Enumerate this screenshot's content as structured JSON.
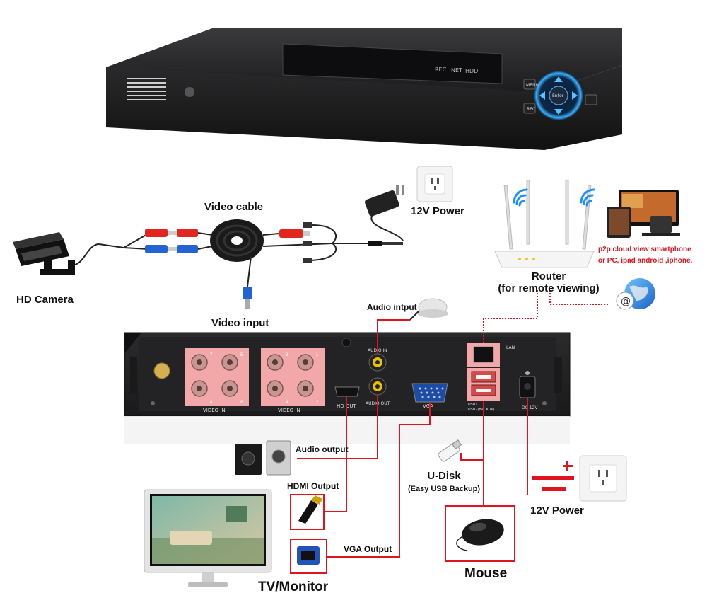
{
  "nvr_front": {
    "indicators": [
      "REC",
      "NET",
      "HDD"
    ],
    "buttons": [
      "MENU",
      "REC",
      "Enter"
    ]
  },
  "labels": {
    "video_cable": "Video cable",
    "power_top": "12V Power",
    "hd_camera": "HD Camera",
    "video_input": "Video input",
    "audio_input": "Audio intput",
    "router": "Router",
    "router_sub": "(for remote viewing)",
    "p2p_line1": "p2p cloud  view smartphone",
    "p2p_line2": "or PC, ipad android ,iphone.",
    "audio_output": "Audio output",
    "hdmi_output": "HDMI Output",
    "vga_output": "VGA Output",
    "udisk": "U-Disk",
    "udisk_sub": "(Easy USB Backup)",
    "power_bottom": "12V Power",
    "mouse": "Mouse",
    "tv_monitor": "TV/Monitor"
  },
  "rear_panel": {
    "video_in": "VIDEO IN",
    "audio_in": "AUDIO IN",
    "audio_out": "AUDIO OUT",
    "hd_out": "HD OUT",
    "vga": "VGA",
    "lan": "LAN",
    "dc": "DC 12V",
    "usb1": "USB1",
    "usb2": "USB2(BACKUP)",
    "ch_left": [
      "7",
      "5",
      "8",
      "6"
    ],
    "ch_right": [
      "3",
      "1",
      "4",
      "2"
    ]
  },
  "colors": {
    "accent_red": "#e0141e",
    "bnc_highlight": "#f2a8a8"
  }
}
